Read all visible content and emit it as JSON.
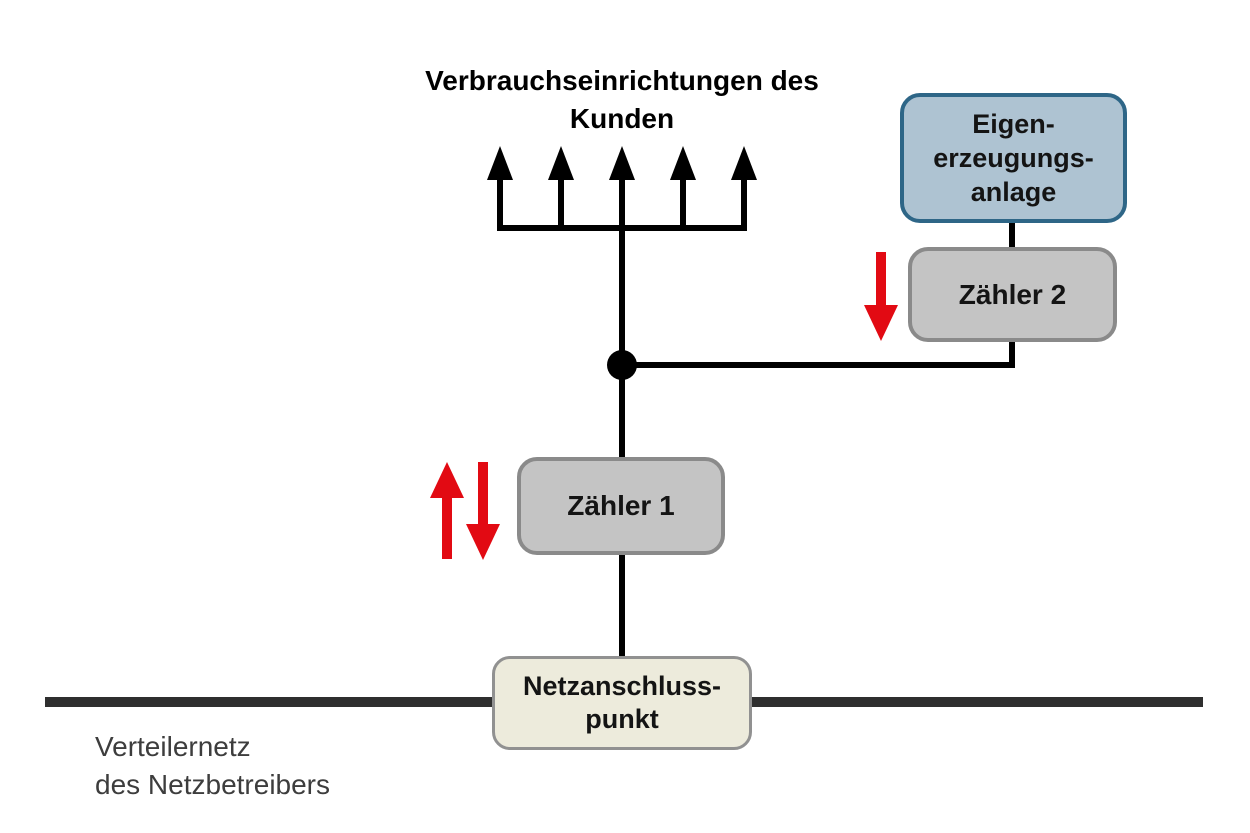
{
  "diagram": {
    "title": {
      "line1": "Verbrauchseinrichtungen",
      "line2": "des Kunden"
    },
    "boxes": {
      "eigenerzeugungsanlage": {
        "line1": "Eigen-",
        "line2": "erzeugungs-",
        "line3": "anlage",
        "fill": "#aec3d2",
        "border": "#2e6687"
      },
      "zaehler2": {
        "label": "Zähler 2",
        "fill": "#c4c4c4",
        "border": "#8a8a8a"
      },
      "zaehler1": {
        "label": "Zähler 1",
        "fill": "#c4c4c4",
        "border": "#8a8a8a"
      },
      "netzanschlusspunkt": {
        "line1": "Netzanschluss-",
        "line2": "punkt",
        "fill": "#edebdc",
        "border": "#919191"
      }
    },
    "grid_label": {
      "line1": "Verteilernetz",
      "line2": "des Netzbetreibers"
    },
    "colors": {
      "connector_line": "#000000",
      "junction_dot": "#000000",
      "consumption_arrows": "#000000",
      "grid_line": "#2f2f2f",
      "flow_arrow_red": "#e20a13"
    }
  }
}
